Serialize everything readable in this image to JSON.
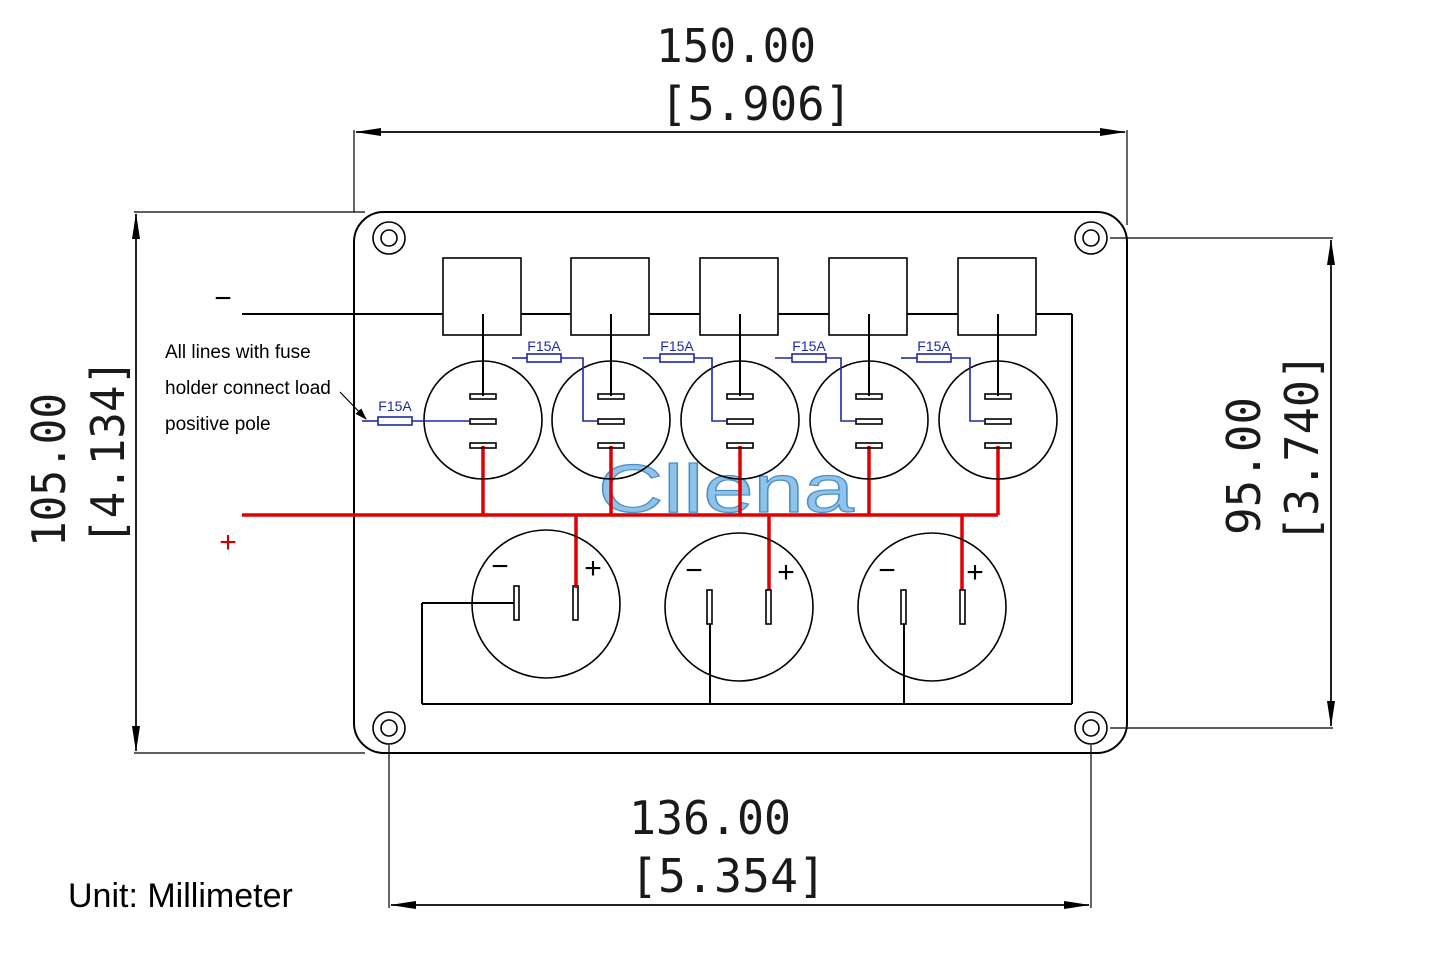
{
  "dimensions": {
    "top_mm": "150.00",
    "top_in": "[5.906]",
    "left_mm": "105.00",
    "left_in": "[4.134]",
    "right_mm": "95.00",
    "right_in": "[3.740]",
    "bottom_mm": "136.00",
    "bottom_in": "[5.354]"
  },
  "labels": {
    "negative": "−",
    "positive": "+",
    "note_line1": "All lines with fuse",
    "note_line2": "holder connect load",
    "note_line3": "positive pole",
    "fuse": "F15A",
    "socket_minus": "−",
    "socket_plus": "+",
    "watermark": "Cllena",
    "unit": "Unit: Millimeter"
  },
  "colors": {
    "outline": "#000000",
    "positive_wire": "#e00000",
    "fuse_wire": "#1f2aa0",
    "watermark": "#8fc3ea"
  }
}
